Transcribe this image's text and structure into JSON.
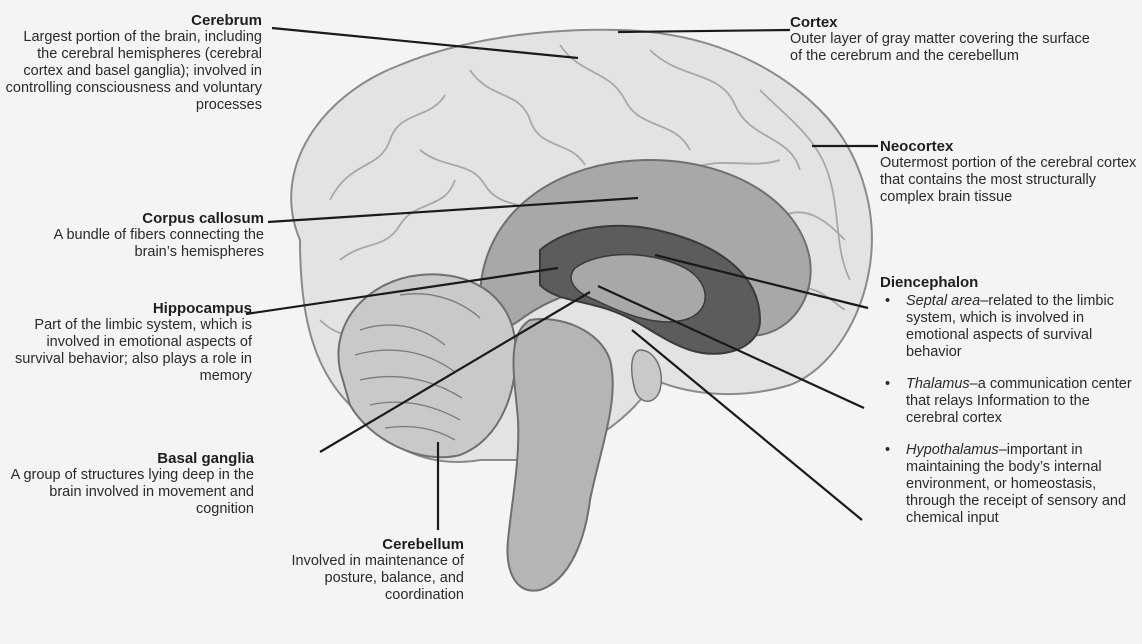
{
  "labels": {
    "cerebrum": {
      "title": "Cerebrum",
      "desc": "Largest portion of the brain, including the cerebral hemispheres (cerebral cortex and basel ganglia); involved in controlling consciousness and voluntary processes"
    },
    "corpus_callosum": {
      "title": "Corpus callosum",
      "desc": "A bundle of fibers connecting the brain’s hemispheres"
    },
    "hippocampus": {
      "title": "Hippocampus",
      "desc": "Part of the limbic system, which is involved in emotional aspects of survival behavior; also plays a role in memory"
    },
    "basal_ganglia": {
      "title": "Basal ganglia",
      "desc": "A group of structures lying deep in the brain involved in movement and cognition"
    },
    "cerebellum": {
      "title": "Cerebellum",
      "desc": "Involved in maintenance of posture, balance, and coordination"
    },
    "cortex": {
      "title": "Cortex",
      "desc": "Outer layer of gray matter covering the surface of the cerebrum and the cerebellum"
    },
    "neocortex": {
      "title": "Neocortex",
      "desc": "Outermost portion of the cerebral cortex that contains the most structurally complex brain tissue"
    },
    "diencephalon": {
      "title": "Diencephalon",
      "items": [
        {
          "bullet": "•",
          "term": "Septal area",
          "desc": "–related to the limbic system, which is involved in emotional aspects of survival behavior"
        },
        {
          "bullet": "•",
          "term": "Thalamus",
          "desc": "–a communication center that relays Information to the cerebral cortex"
        },
        {
          "bullet": "•",
          "term": "Hypothalamus",
          "desc": "–important in maintaining the body’s internal environment, or homeostasis, through the receipt of sensory and chemical input"
        }
      ]
    }
  },
  "colors": {
    "background": "#f4f4f4",
    "brain_fill": "#e3e3e3",
    "inner_fill": "#a8a8a8",
    "dark_fill": "#3a3a3a",
    "leader_line": "#1a1a1a"
  }
}
